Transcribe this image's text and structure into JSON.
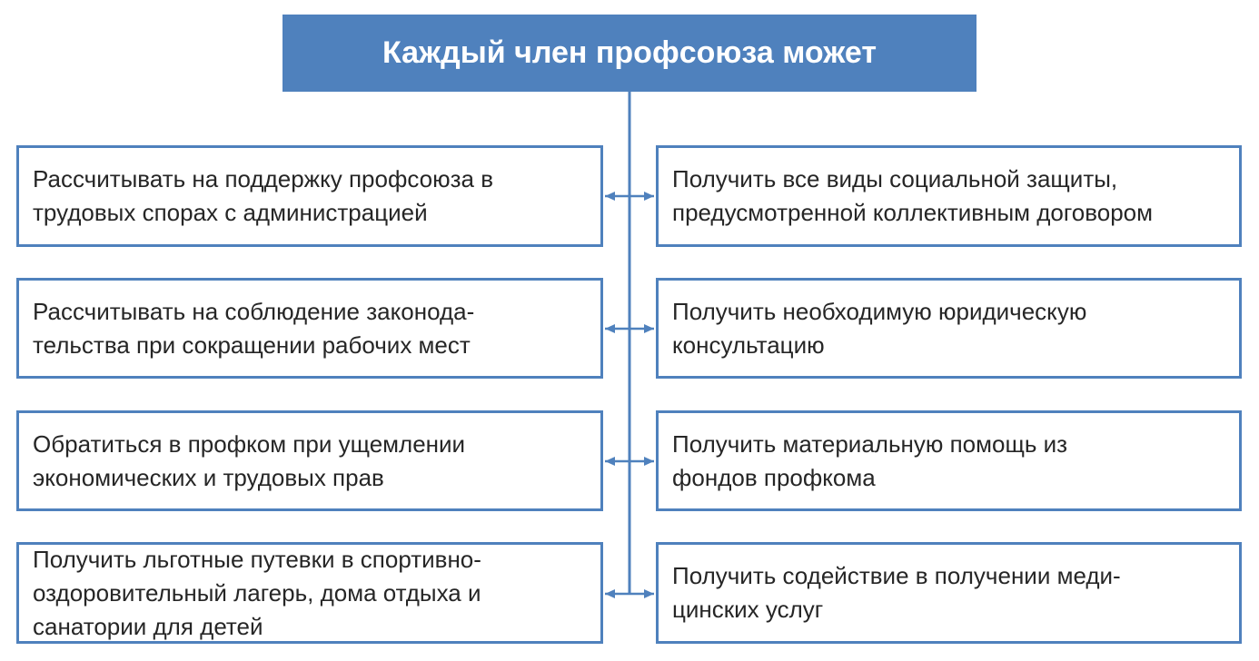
{
  "diagram": {
    "title": "Каждый член профсоюза может",
    "colors": {
      "accent": "#4f81bd",
      "title_text": "#ffffff",
      "box_text": "#262626",
      "background": "#ffffff"
    },
    "rows": [
      {
        "left": "Рассчитывать на поддержку профсоюза в\nтрудовых спорах с администрацией",
        "right": "Получить все виды социальной защиты,\nпредусмотренной коллективным договором"
      },
      {
        "left": "Рассчитывать на соблюдение законода-\nтельства при сокращении рабочих мест",
        "right": "Получить необходимую юридическую\nконсультацию"
      },
      {
        "left": "Обратиться в профком при ущемлении\nэкономических и трудовых прав",
        "right": "Получить материальную помощь из\nфондов профкома"
      },
      {
        "left": "Получить льготные путевки в спортивно-\nоздоровительный лагерь, дома отдыха и\nсанатории для детей",
        "right": "Получить содействие в получении меди-\nцинских услуг"
      }
    ]
  }
}
